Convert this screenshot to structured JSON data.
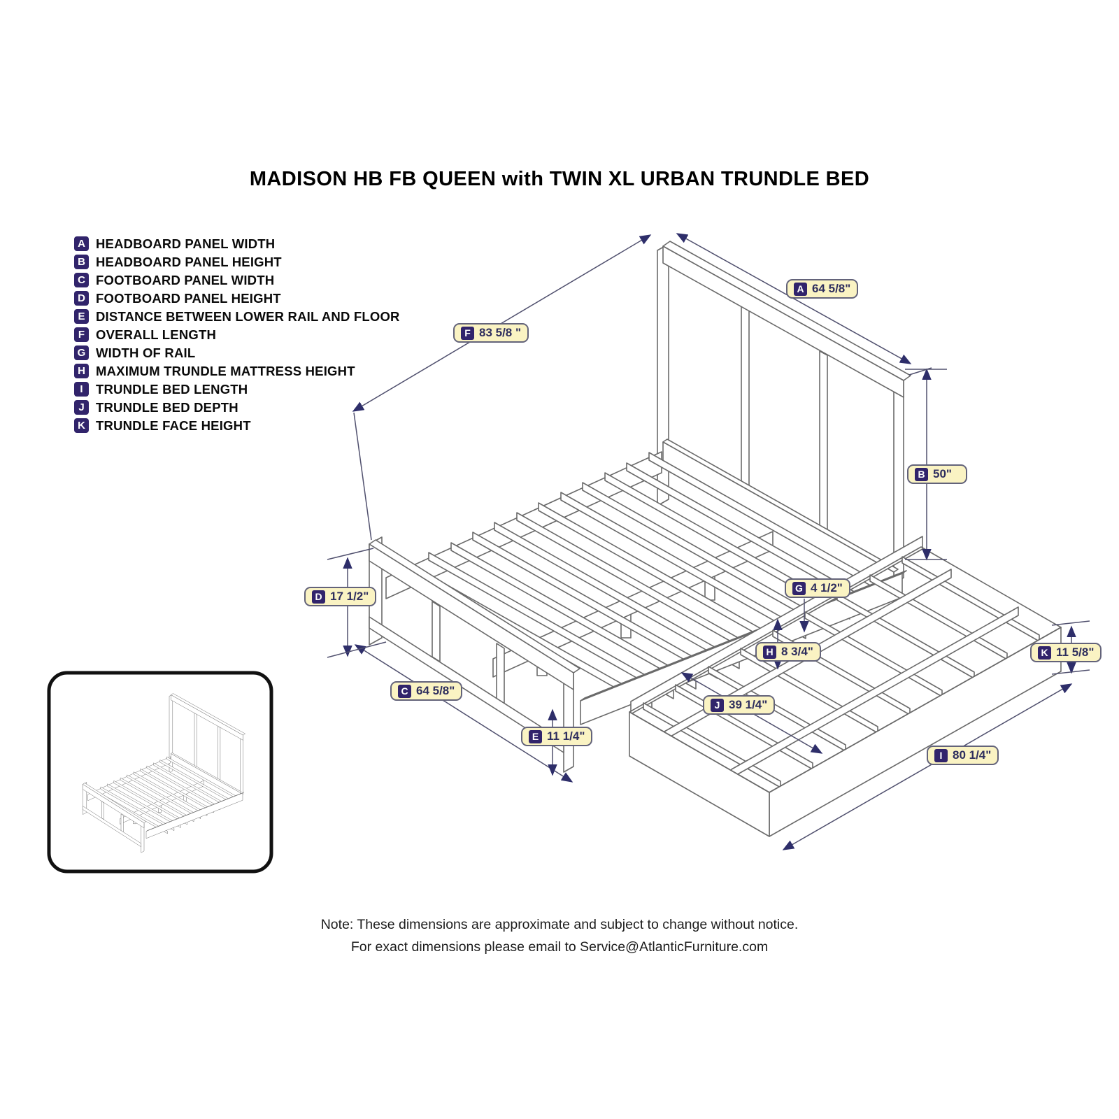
{
  "title": "MADISON HB FB QUEEN with TWIN XL URBAN TRUNDLE BED",
  "legend": {
    "items": [
      {
        "letter": "A",
        "label": "HEADBOARD PANEL WIDTH"
      },
      {
        "letter": "B",
        "label": "HEADBOARD PANEL HEIGHT"
      },
      {
        "letter": "C",
        "label": "FOOTBOARD PANEL WIDTH"
      },
      {
        "letter": "D",
        "label": "FOOTBOARD PANEL HEIGHT"
      },
      {
        "letter": "E",
        "label": "DISTANCE BETWEEN LOWER RAIL AND FLOOR"
      },
      {
        "letter": "F",
        "label": "OVERALL LENGTH"
      },
      {
        "letter": "G",
        "label": "WIDTH OF RAIL"
      },
      {
        "letter": "H",
        "label": "MAXIMUM TRUNDLE MATTRESS HEIGHT"
      },
      {
        "letter": "I",
        "label": "TRUNDLE BED LENGTH"
      },
      {
        "letter": "J",
        "label": "TRUNDLE BED DEPTH"
      },
      {
        "letter": "K",
        "label": "TRUNDLE FACE HEIGHT"
      }
    ]
  },
  "dims": {
    "A": {
      "letter": "A",
      "value": "64 5/8\""
    },
    "B": {
      "letter": "B",
      "value": "50\""
    },
    "C": {
      "letter": "C",
      "value": "64 5/8\""
    },
    "D": {
      "letter": "D",
      "value": "17 1/2\""
    },
    "E": {
      "letter": "E",
      "value": "11 1/4\""
    },
    "F": {
      "letter": "F",
      "value": "83 5/8 \""
    },
    "G": {
      "letter": "G",
      "value": "4 1/2\""
    },
    "H": {
      "letter": "H",
      "value": "8 3/4\""
    },
    "I": {
      "letter": "I",
      "value": "80 1/4\""
    },
    "J": {
      "letter": "J",
      "value": "39 1/4\""
    },
    "K": {
      "letter": "K",
      "value": "11 5/8\""
    }
  },
  "note": {
    "line1": "Note:  These dimensions are approximate and subject to change without notice.",
    "line2": "For exact dimensions please email to Service@AtlanticFurniture.com"
  },
  "colors": {
    "badge": "#31246b",
    "pill_background": "#faf3c3",
    "pill_border": "#63637a",
    "pill_text": "#2e2e5e",
    "line_art": "#6a6a6a",
    "dimension_line": "#50506e",
    "arrowhead": "#2e2e6a"
  }
}
